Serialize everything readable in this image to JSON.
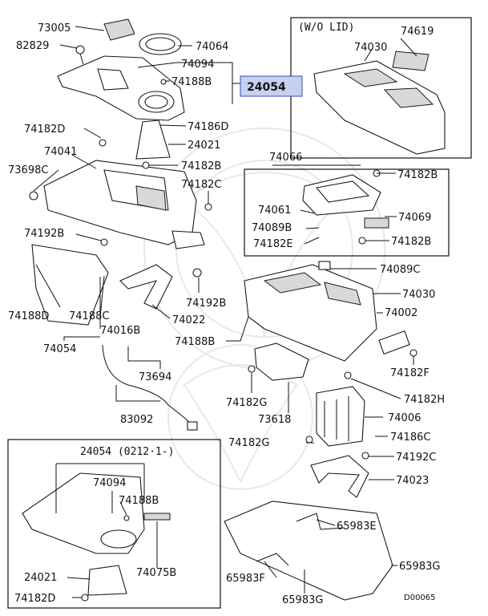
{
  "sections": {
    "wo_lid": {
      "title": "(W/O LID)"
    },
    "variant": {
      "title": "24054 (0212·1-)"
    }
  },
  "parts": {
    "p73005": "73005",
    "p82829": "82829",
    "p74064": "74064",
    "p74094_a": "74094",
    "p74188B_a": "74188B",
    "p24054_hl": "24054",
    "p74182D_a": "74182D",
    "p74186D": "74186D",
    "p24021_a": "24021",
    "p74041": "74041",
    "p74182B_a": "74182B",
    "p73698C": "73698C",
    "p74182C": "74182C",
    "p74192B_a": "74192B",
    "p74188D": "74188D",
    "p74188C": "74188C",
    "p74016B": "74016B",
    "p74054": "74054",
    "p74192B_b": "74192B",
    "p74022": "74022",
    "p74188B_b": "74188B",
    "p74619": "74619",
    "p74030_a": "74030",
    "p74066": "74066",
    "p74182B_b": "74182B",
    "p74061": "74061",
    "p74089B": "74089B",
    "p74069": "74069",
    "p74182E": "74182E",
    "p74182B_c": "74182B",
    "p74089C": "74089C",
    "p74030_b": "74030",
    "p74002": "74002",
    "p74182F": "74182F",
    "p73694": "73694",
    "p83092": "83092",
    "p74182G_a": "74182G",
    "p74182H": "74182H",
    "p73618": "73618",
    "p74006": "74006",
    "p74182G_b": "74182G",
    "p74186C": "74186C",
    "p74192C": "74192C",
    "p74023": "74023",
    "p74094_b": "74094",
    "p74188B_c": "74188B",
    "p24021_b": "24021",
    "p74075B": "74075B",
    "p74182D_b": "74182D",
    "p65983E": "65983E",
    "p65983G_a": "65983G",
    "p65983F": "65983F",
    "p65983G_b": "65983G"
  },
  "diagram_code": "D00065",
  "colors": {
    "highlight_fill": "#c7d0f0",
    "highlight_border": "#3a4bb0"
  }
}
